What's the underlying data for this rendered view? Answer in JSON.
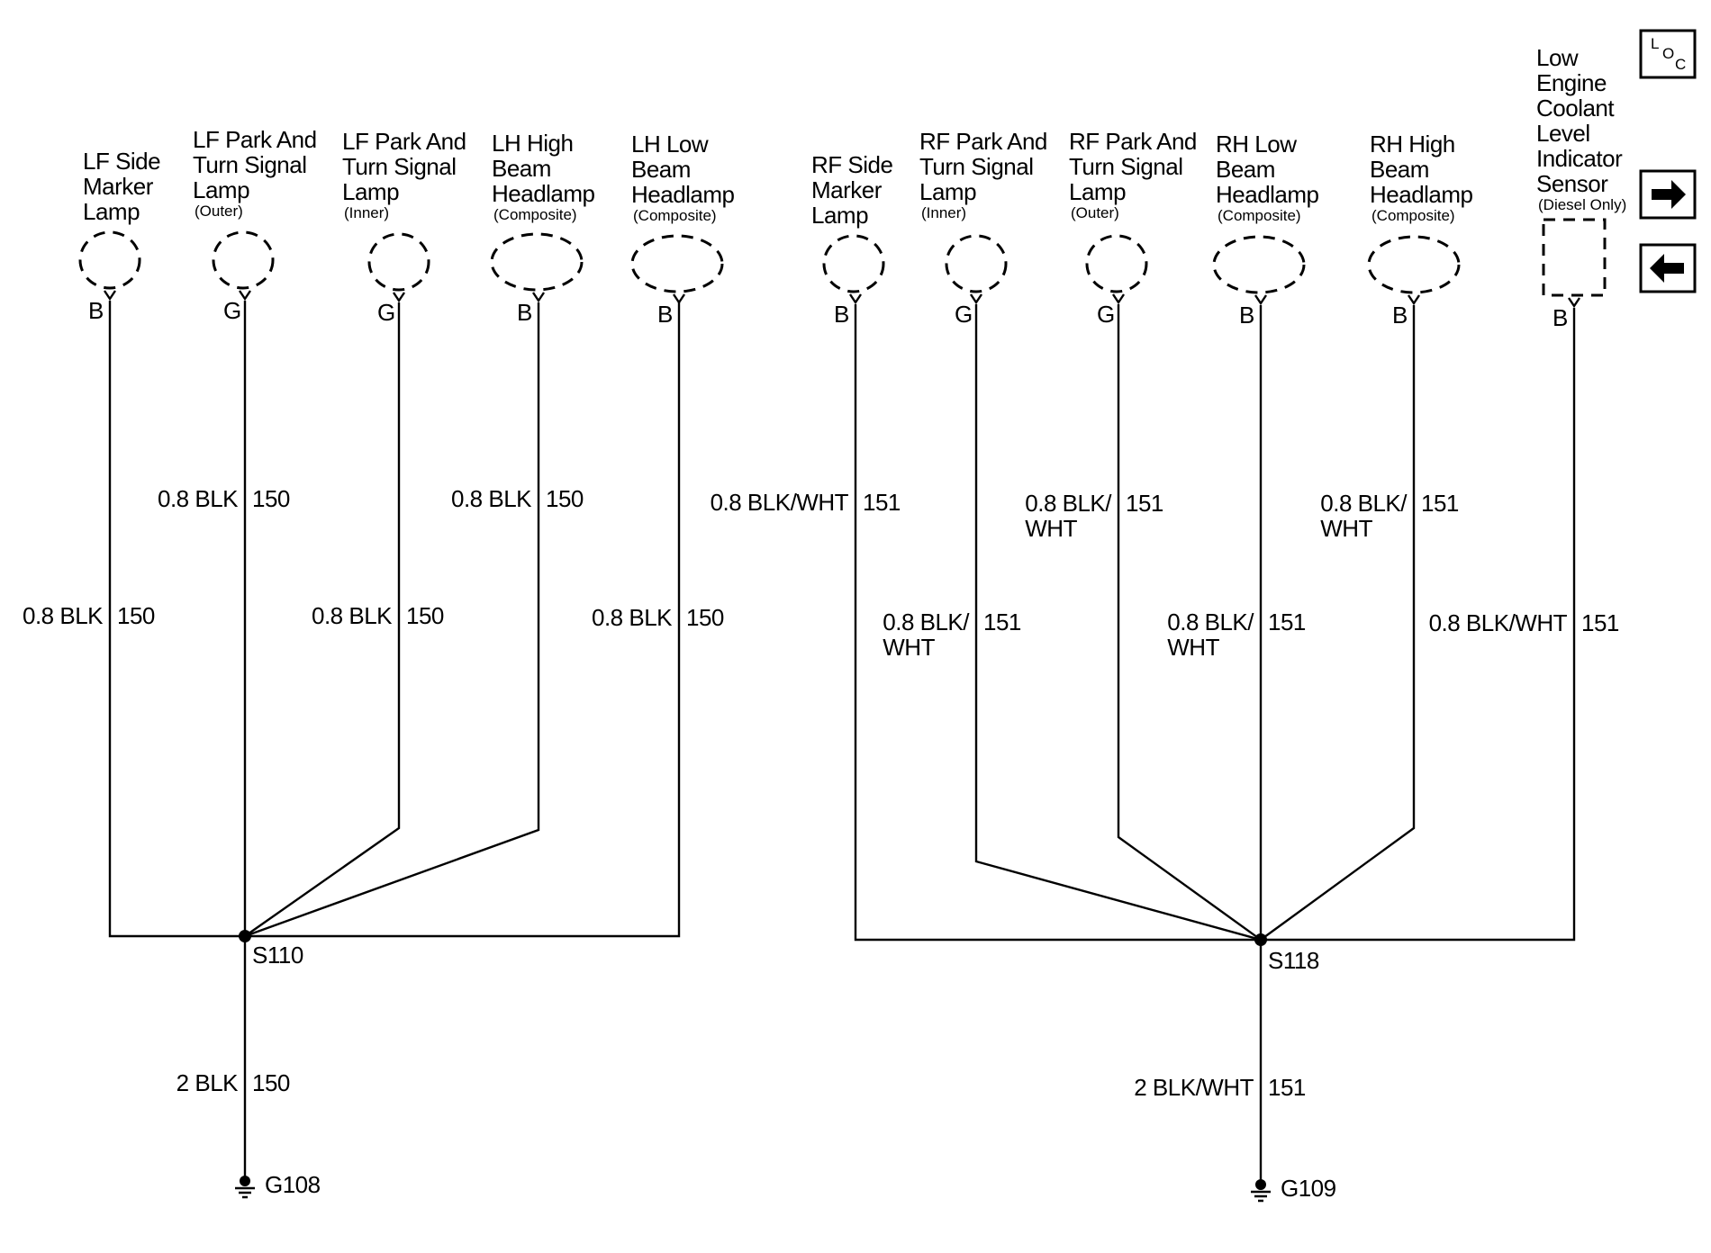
{
  "components": [
    {
      "name": "LF Side Marker Lamp",
      "lines": [
        "LF Side",
        "Marker",
        "Lamp"
      ],
      "sub": "",
      "pin": "B"
    },
    {
      "name": "LF Park And Turn Signal Lamp (Outer)",
      "lines": [
        "LF Park And",
        "Turn Signal",
        "Lamp"
      ],
      "sub": "(Outer)",
      "pin": "G"
    },
    {
      "name": "LF Park And Turn Signal Lamp (Inner)",
      "lines": [
        "LF Park And",
        "Turn Signal",
        "Lamp"
      ],
      "sub": "(Inner)",
      "pin": "G"
    },
    {
      "name": "LH High Beam Headlamp",
      "lines": [
        "LH High",
        "Beam",
        "Headlamp"
      ],
      "sub": "(Composite)",
      "pin": "B"
    },
    {
      "name": "LH Low Beam Headlamp",
      "lines": [
        "LH Low",
        "Beam",
        "Headlamp"
      ],
      "sub": "(Composite)",
      "pin": "B"
    },
    {
      "name": "RF Side Marker Lamp",
      "lines": [
        "RF Side",
        "Marker",
        "Lamp"
      ],
      "sub": "",
      "pin": "B"
    },
    {
      "name": "RF Park And Turn Signal Lamp (Inner)",
      "lines": [
        "RF Park And",
        "Turn Signal",
        "Lamp"
      ],
      "sub": "(Inner)",
      "pin": "G"
    },
    {
      "name": "RF Park And Turn Signal Lamp (Outer)",
      "lines": [
        "RF Park And",
        "Turn Signal",
        "Lamp"
      ],
      "sub": "(Outer)",
      "pin": "G"
    },
    {
      "name": "RH Low Beam Headlamp",
      "lines": [
        "RH Low",
        "Beam",
        "Headlamp"
      ],
      "sub": "(Composite)",
      "pin": "B"
    },
    {
      "name": "RH High Beam Headlamp",
      "lines": [
        "RH High",
        "Beam",
        "Headlamp"
      ],
      "sub": "(Composite)",
      "pin": "B"
    },
    {
      "name": "Low Engine Coolant Level Indicator Sensor",
      "lines": [
        "Low",
        "Engine",
        "Coolant",
        "Level",
        "Indicator",
        "Sensor"
      ],
      "sub": "(Diesel Only)",
      "pin": "B"
    }
  ],
  "wires": [
    {
      "label": [
        "0.8 BLK"
      ],
      "circuit": "150"
    },
    {
      "label": [
        "0.8 BLK"
      ],
      "circuit": "150"
    },
    {
      "label": [
        "0.8 BLK"
      ],
      "circuit": "150"
    },
    {
      "label": [
        "0.8 BLK"
      ],
      "circuit": "150"
    },
    {
      "label": [
        "0.8 BLK"
      ],
      "circuit": "150"
    },
    {
      "label": [
        "0.8 BLK/WHT"
      ],
      "circuit": "151"
    },
    {
      "label": [
        "0.8 BLK/",
        "WHT"
      ],
      "circuit": "151"
    },
    {
      "label": [
        "0.8 BLK/",
        "WHT"
      ],
      "circuit": "151"
    },
    {
      "label": [
        "0.8 BLK/",
        "WHT"
      ],
      "circuit": "151"
    },
    {
      "label": [
        "0.8 BLK/",
        "WHT"
      ],
      "circuit": "151"
    },
    {
      "label": [
        "0.8 BLK/WHT"
      ],
      "circuit": "151"
    }
  ],
  "splices": [
    {
      "name": "S110",
      "trunk": {
        "label": "2 BLK",
        "circuit": "150"
      },
      "ground": "G108"
    },
    {
      "name": "S118",
      "trunk": {
        "label": "2 BLK/WHT",
        "circuit": "151"
      },
      "ground": "G109"
    }
  ],
  "loc_button": {
    "letters": [
      "L",
      "O",
      "C"
    ]
  },
  "nav": {
    "next_icon": "arrow-right-icon",
    "prev_icon": "arrow-left-icon"
  }
}
